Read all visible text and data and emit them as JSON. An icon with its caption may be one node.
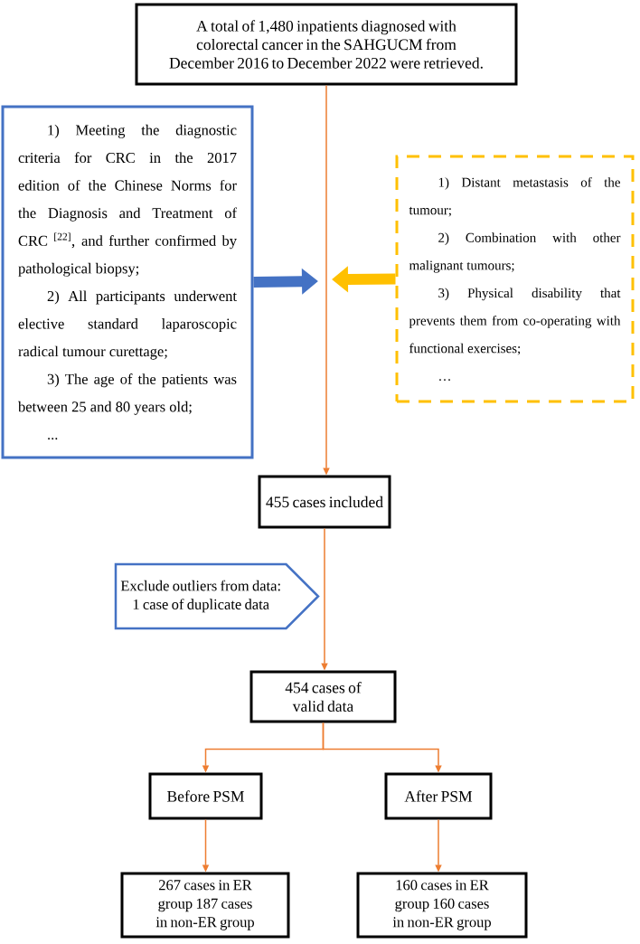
{
  "diagram": {
    "nodes": [
      {
        "text": [
          "A total of 1,480 inpatients diagnosed with colorectal cancer in the SAHGUCM from December 2016 to December 2022 were retrieved."
        ]
      },
      {
        "text": [
          "1) Meeting the diagnostic criteria for CRC in the 2017 edition of the Chinese Norms for the Diagnosis and Treatment of CRC $^{[22]}$, and further confirmed by pathological biopsy;",
          "2) All participants underwent elective standard laparoscopic radical tumour curettage;",
          "3) The age of the patients was between 25 and 80 years old;",
          "..."
        ]
      },
      {
        "text": [
          "1) Distant metastasis of the tumour;",
          "2) Combination with other malignant tumours;",
          "3) Physical disability that prevents them from co-operating with functional exercises;",
          "…"
        ]
      },
      {
        "text": [
          "455 cases included"
        ]
      },
      {
        "text": [
          "Exclude outliers from data: 1 case of duplicate data"
        ]
      },
      {
        "text": [
          "454 cases of valid data"
        ]
      },
      {
        "text": [
          "Before PSM"
        ]
      },
      {
        "text": [
          "After PSM"
        ]
      },
      {
        "text": [
          "267 cases in ER group 187 cases in non-ER group"
        ]
      },
      {
        "text": [
          "160 cases in ER group 160 cases in non-ER group"
        ]
      }
    ],
    "edges": [
      {
        "from": 0,
        "to": 3,
        "arrow": "to"
      },
      {
        "from": 1,
        "to": null,
        "arrow": "to",
        "style": "thick",
        "color": "#4472c4"
      },
      {
        "from": 2,
        "to": null,
        "arrow": "to",
        "style": "thick",
        "color": "#ffc000"
      },
      {
        "from": 3,
        "to": 5,
        "arrow": "to"
      },
      {
        "from": 5,
        "to": 6,
        "arrow": "to"
      },
      {
        "from": 5,
        "to": 7,
        "arrow": "to"
      },
      {
        "from": 6,
        "to": 8,
        "arrow": "to"
      },
      {
        "from": 7,
        "to": 9,
        "arrow": "to"
      }
    ]
  }
}
